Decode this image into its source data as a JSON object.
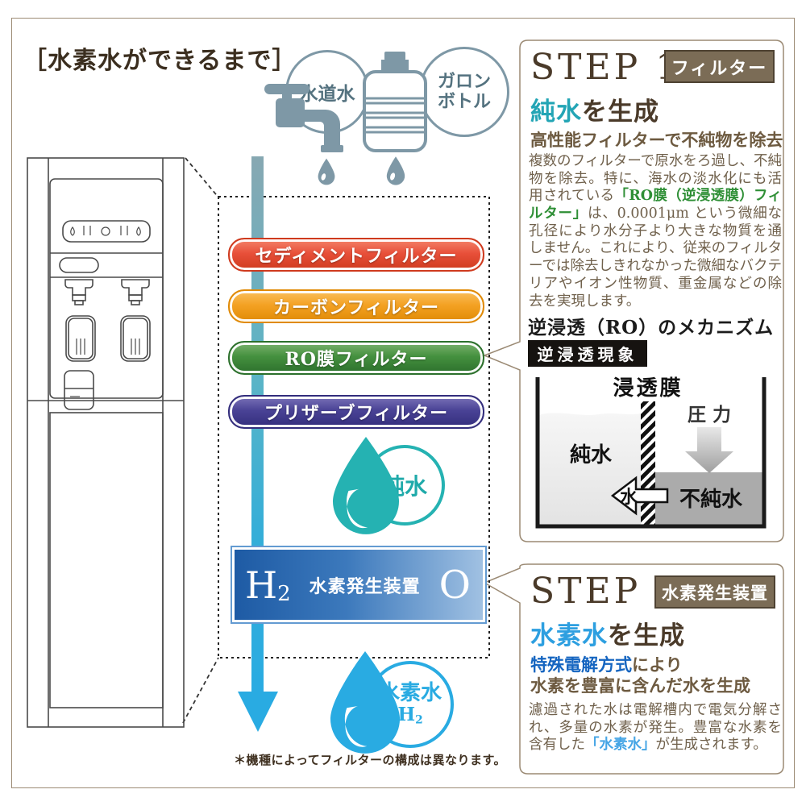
{
  "title": "［水素水ができるまで］",
  "sources": {
    "tap_label": "水道水",
    "gallon_label_line1": "ガロン",
    "gallon_label_line2": "ボトル"
  },
  "filters": [
    {
      "label": "セディメントフィルター",
      "color_light": "#f4836a",
      "color_main": "#e8503a",
      "color_dark": "#cf3a1e"
    },
    {
      "label": "カーボンフィルター",
      "color_light": "#f9c05e",
      "color_main": "#f4a224",
      "color_dark": "#e08a05"
    },
    {
      "label": "RO膜フィルター",
      "color_light": "#7cb36f",
      "color_main": "#45913f",
      "color_dark": "#2c702c"
    },
    {
      "label": "プリザーブフィルター",
      "color_light": "#7a72b8",
      "color_main": "#4a4396",
      "color_dark": "#332d7c"
    }
  ],
  "flow": {
    "pure_label": "純水",
    "device_h": "H",
    "device_h_sub": "2",
    "device_label": "水素発生装置",
    "device_o": "O",
    "hydrogen_label": "水素水",
    "hydrogen_h": "H",
    "hydrogen_h_sub": "2"
  },
  "note": "＊機種によってフィルターの構成は異なります。",
  "step1": {
    "label": "STEP 1",
    "badge": "フィルター",
    "headline_hl": "純水",
    "headline_rest": "を生成",
    "subhead": "高性能フィルターで不純物を除去",
    "para_before": "複数のフィルターで原水をろ過し、不純物を除去。特に、海水の淡水化にも活用されている",
    "para_hl": "「RO膜（逆浸透膜）フィルター」",
    "para_after": "は、0.0001μm という微細な孔径により水分子より大きな物質を通しません。これにより、従来のフィルターでは除去しきれなかった微細なバクテリアやイオン性物質、重金属などの除去を実現します。",
    "mech_title": "逆浸透（RO）のメカニズム",
    "mech_badge": "逆浸透現象",
    "diagram": {
      "membrane": "浸透膜",
      "pressure": "圧 力",
      "pure": "純水",
      "impure": "不純水",
      "water": "水"
    }
  },
  "step2": {
    "label": "STEP 2",
    "badge": "水素発生装置",
    "headline_hl": "水素水",
    "headline_rest": "を生成",
    "sub_hl": "特殊電解方式",
    "sub_rest": "により",
    "sub_line2": "水素を豊富に含んだ水を生成",
    "para_before": "濾過された水は電解槽内で電気分解され、多量の水素が発生。豊富な水素を含有した",
    "para_hl": "「水素水」",
    "para_after": "が生成されます。"
  },
  "colors": {
    "accent_teal": "#25b2b2",
    "accent_blue": "#29abe2",
    "brown_text": "#4a3a29",
    "badge_brown": "#7b6c56",
    "device_blue": "#1d5aa4",
    "icon_grayblue": "#7e98a6",
    "green_highlight": "#2f8f36"
  }
}
